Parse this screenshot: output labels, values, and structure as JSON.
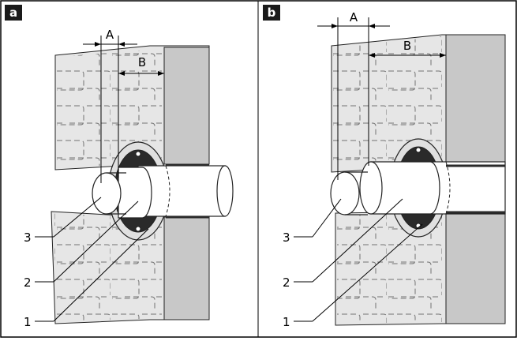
{
  "panels": [
    {
      "id": "a",
      "badge": "a",
      "dimensions": {
        "a": "A",
        "b": "B"
      },
      "callouts": [
        "3",
        "2",
        "1"
      ]
    },
    {
      "id": "b",
      "badge": "b",
      "dimensions": {
        "a": "A",
        "b": "B"
      },
      "callouts": [
        "3",
        "2",
        "1"
      ]
    }
  ],
  "colors": {
    "wall_front": "#e6e6e6",
    "wall_side": "#c8c8c8",
    "badge_bg": "#1a1a1a",
    "seal": "#2a2a2a",
    "pipe": "#ffffff"
  }
}
